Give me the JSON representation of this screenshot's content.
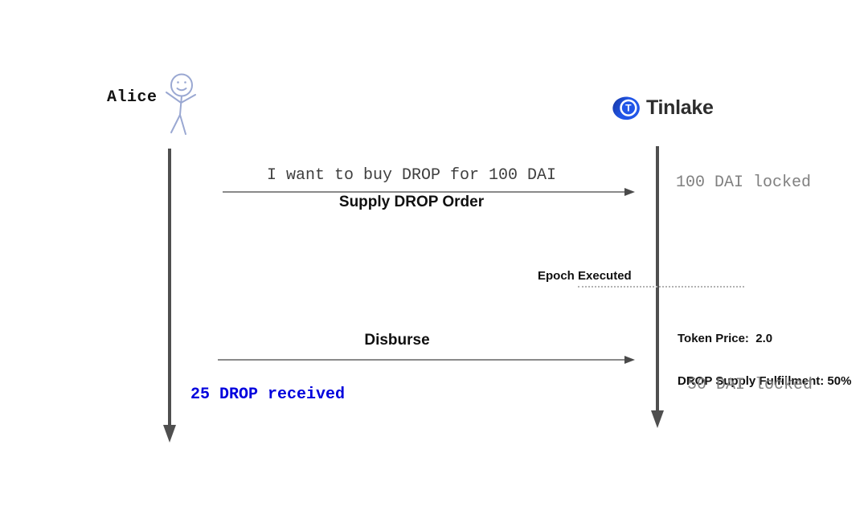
{
  "diagram": {
    "actors": {
      "alice": {
        "label": "Alice"
      },
      "tinlake": {
        "label": "Tinlake",
        "logo_letter": "T"
      }
    },
    "messages": [
      {
        "note": "I want to buy DROP for 100 DAI",
        "label": "Supply DROP Order"
      },
      {
        "label": "Disburse"
      }
    ],
    "events": {
      "epoch_executed": "Epoch Executed",
      "token_price": "Token Price:  2.0",
      "fulfillment": "DROP Supply Fulfillment: 50%"
    },
    "states": {
      "dai_locked_before": "100 DAI locked",
      "dai_locked_after": "50 DAI locked",
      "drop_received": "25 DROP received"
    },
    "colors": {
      "brand_blue": "#2156e8",
      "brand_blue_dark": "#16349e",
      "received_blue": "#0000dd",
      "muted_text": "#808080",
      "figure_stroke": "#9aa8d2",
      "lifeline_gray": "#4f4f4f"
    }
  }
}
